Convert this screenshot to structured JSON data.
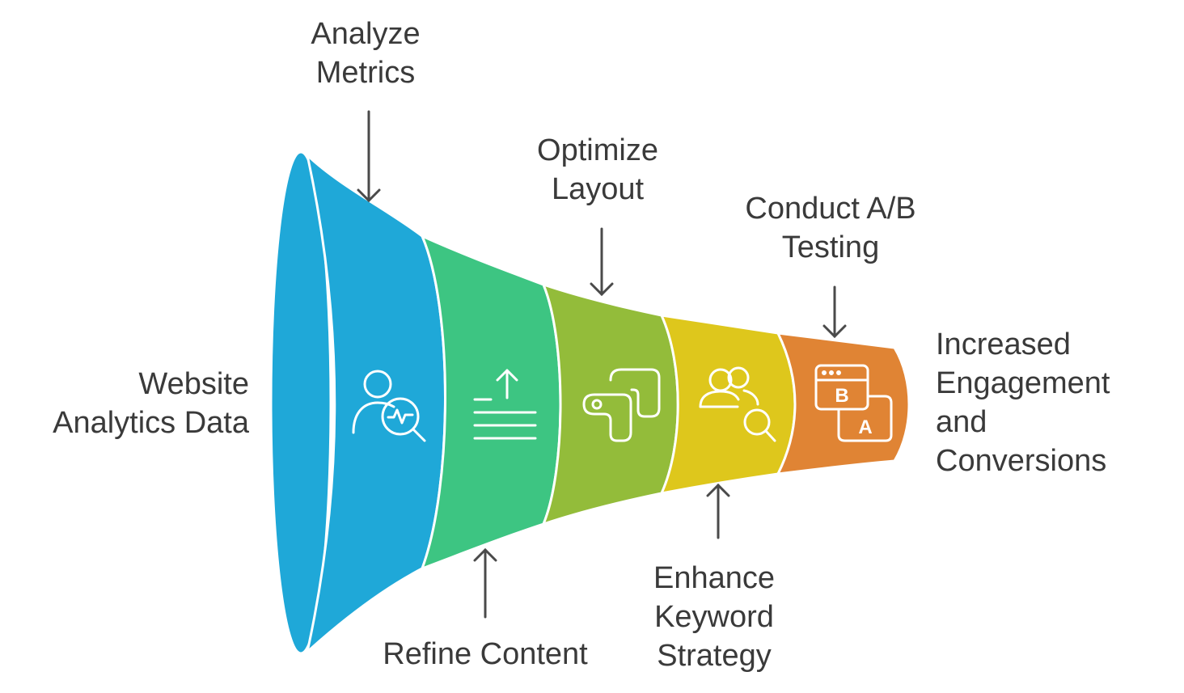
{
  "start_label": [
    "Website",
    "Analytics Data"
  ],
  "end_label": [
    "Increased",
    "Engagement",
    "and",
    "Conversions"
  ],
  "stages": [
    {
      "name": "analyze-metrics",
      "label": [
        "Analyze",
        "Metrics"
      ],
      "color": "#1FA8D8",
      "icon": "user-analytics-icon",
      "label_side": "top"
    },
    {
      "name": "refine-content",
      "label": [
        "Refine Content"
      ],
      "color": "#3DC582",
      "icon": "text-upload-icon",
      "label_side": "bottom"
    },
    {
      "name": "optimize-layout",
      "label": [
        "Optimize",
        "Layout"
      ],
      "color": "#93BC3A",
      "icon": "layout-path-icon",
      "label_side": "top"
    },
    {
      "name": "enhance-keyword-strategy",
      "label": [
        "Enhance",
        "Keyword",
        "Strategy"
      ],
      "color": "#DEC71C",
      "icon": "users-search-icon",
      "label_side": "bottom"
    },
    {
      "name": "conduct-ab-testing",
      "label": [
        "Conduct A/B",
        "Testing"
      ],
      "color": "#E08434",
      "icon": "ab-test-icon",
      "label_side": "top"
    }
  ],
  "ab_icon_letters": {
    "b": "B",
    "a": "A"
  },
  "arrow_color": "#4a4a4a",
  "text_color": "#3a3a3a"
}
